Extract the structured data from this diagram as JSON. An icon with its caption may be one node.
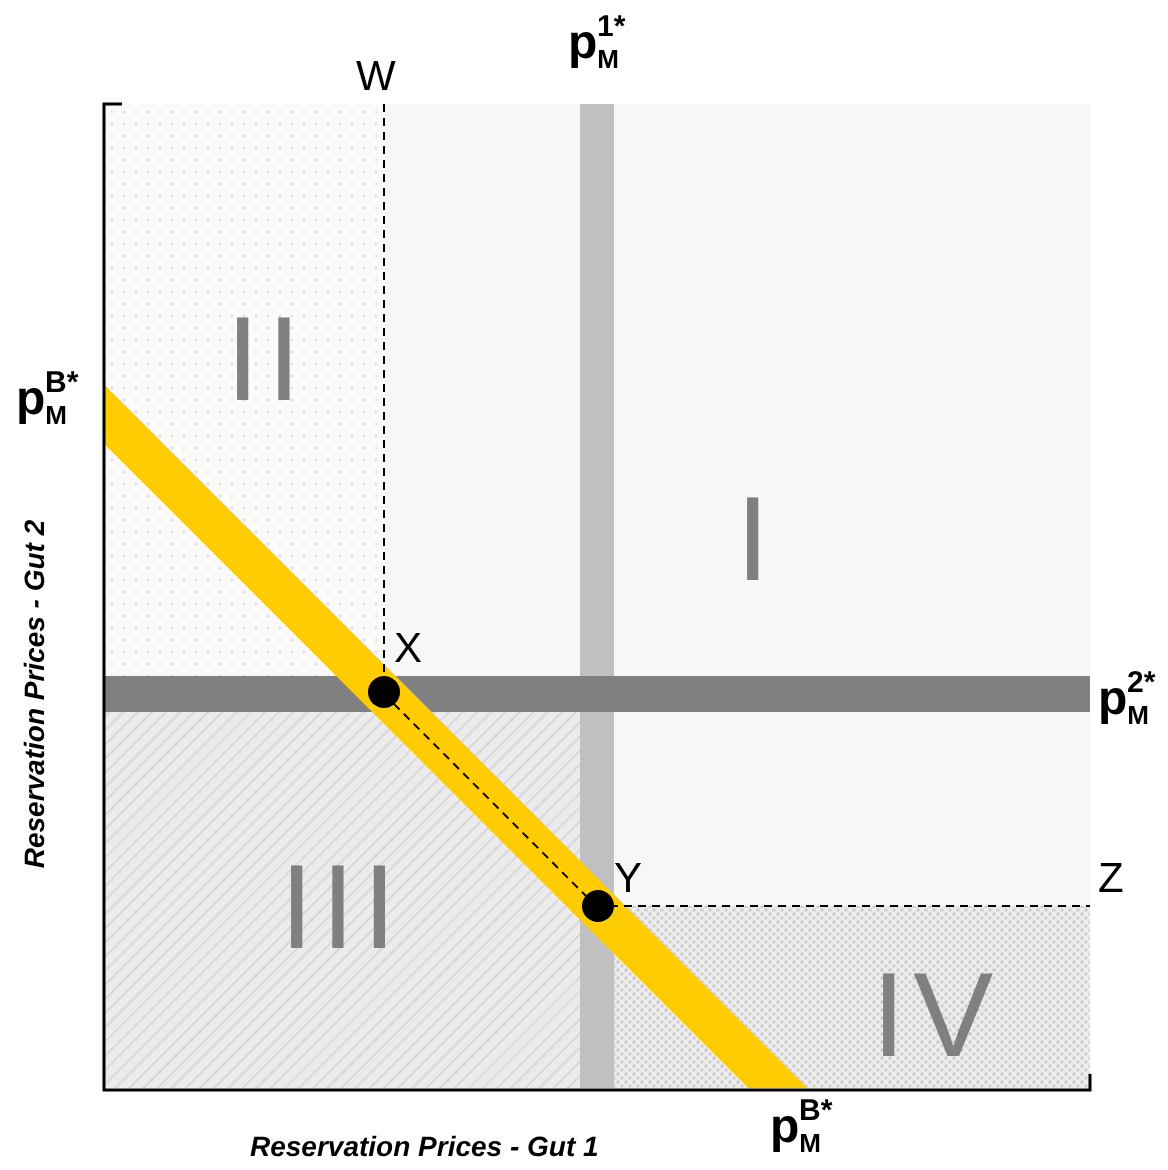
{
  "diagram": {
    "labels": [
      "W",
      "p$_{M}$$^{1*}$",
      "II",
      "p$_{M}$$^{B*}$",
      "I",
      "X",
      "p$_{M}$$^{2*}$",
      "III",
      "Y",
      "Z",
      "IV",
      "p$_{M}$$^{B*}$",
      "Reservation Prices - Gut 2",
      "Reservation Prices - Gut 1"
    ]
  }
}
